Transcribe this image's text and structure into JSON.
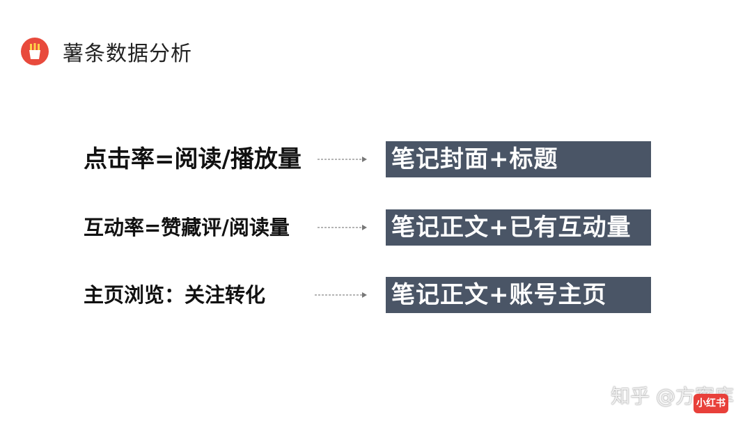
{
  "header": {
    "logo_icon": "fries-icon",
    "logo_color": "#e84a3c",
    "title": "薯条数据分析"
  },
  "rows": [
    {
      "label": "点击率=阅读/播放量",
      "box": "笔记封面+标题"
    },
    {
      "label": "互动率=赞藏评/阅读量",
      "box": "笔记正文+已有互动量"
    },
    {
      "label": "主页浏览：关注转化",
      "box": "笔记正文+账号主页"
    }
  ],
  "box_color": "#4a5566",
  "watermark": {
    "text": "知乎 @方案库",
    "stamp": "小红书"
  }
}
